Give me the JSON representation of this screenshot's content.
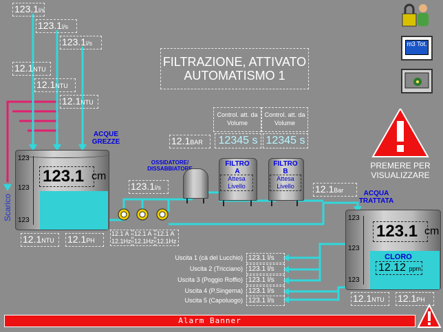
{
  "title_line1": "FILTRAZIONE, ATTIVATO",
  "title_line2": "AUTOMATISMO 1",
  "inflows": [
    {
      "value": "123.1",
      "unit": "l/s"
    },
    {
      "value": "123.1",
      "unit": "l/s"
    },
    {
      "value": "123.1",
      "unit": "l/s"
    }
  ],
  "ntu_inputs": [
    {
      "value": "12.1",
      "unit": "NTU"
    },
    {
      "value": "12.1",
      "unit": "NTU"
    },
    {
      "value": "12.1",
      "unit": "NTU"
    }
  ],
  "raw_tank": {
    "label": "ACQUE\nGREZZE",
    "level": "123.1",
    "level_unit": "cm",
    "scale": [
      "123",
      "123",
      "123"
    ],
    "ntu": "12.1",
    "ntu_unit": "NTU",
    "ph": "12.1",
    "ph_unit": "PH",
    "scarico": "Scarico"
  },
  "pumps_flow": {
    "value": "123.1",
    "unit": "l/s"
  },
  "pumps": [
    {
      "a": "12.1 A",
      "hz": "12.1Hz"
    },
    {
      "a": "12.1 A",
      "hz": "12.1Hz"
    },
    {
      "a": "12.1 A",
      "hz": "12.1Hz"
    }
  ],
  "oxidizer_label": "OSSIDATORE/\nDISSABBIATORE",
  "pressure_in": {
    "value": "12.1",
    "unit": "BAR"
  },
  "pressure_out": {
    "value": "12.1",
    "unit": "Bar"
  },
  "volume_controls": [
    {
      "label": "Control. att. da\nVolume",
      "value": "12345 s"
    },
    {
      "label": "Control. att. da\nVolume",
      "value": "12345 s"
    }
  ],
  "filters": [
    {
      "name": "FILTRO\nA",
      "status": "Attesa\nLivello"
    },
    {
      "name": "FILTRO\nB",
      "status": "Attesa\nLivello"
    }
  ],
  "treated_tank": {
    "label": "ACQUA\nTRATTATA",
    "level": "123.1",
    "level_unit": "cm",
    "scale": [
      "123",
      "123",
      "123"
    ],
    "chlorine_label": "CLORO",
    "chlorine": "12.12",
    "chlorine_unit": "ppm",
    "ntu": "12.1",
    "ntu_unit": "NTU",
    "ph": "12.1",
    "ph_unit": "PH"
  },
  "outputs": [
    {
      "label": "Uscita 1 (cà del Lucchio)",
      "value": "123.1 l/s"
    },
    {
      "label": "Uscita 2 (Tricciano)",
      "value": "123.1 l/s"
    },
    {
      "label": "Uscita 3 (Poggio Roffio)",
      "value": "123.1 l/s"
    },
    {
      "label": "Uscita 4 (P.Singerna)",
      "value": "123.1 l/s"
    },
    {
      "label": "Uscita 5 (Capoluogo)",
      "value": "123.1 l/s"
    }
  ],
  "warning_text": "PREMERE PER\nVISUALIZZARE",
  "m3_button": "m3 Tot.",
  "alarm_banner": "Alarm Banner",
  "colors": {
    "pipe": "#30d8dc",
    "drain": "#e0206e",
    "alarm": "#ee1111"
  }
}
